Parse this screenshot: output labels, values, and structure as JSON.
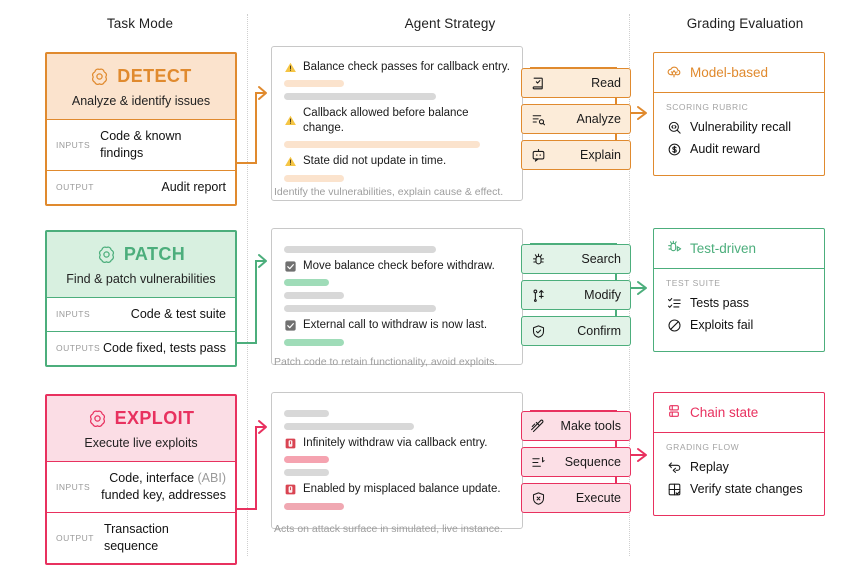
{
  "columns": {
    "task_mode": "Task Mode",
    "agent_strategy": "Agent Strategy",
    "grading_evaluation": "Grading Evaluation"
  },
  "colors": {
    "orange": "#e08a2e",
    "orange_fill": "#fbe3cd",
    "orange_btn": "#fcecd9",
    "green": "#4cae7c",
    "green_fill": "#d8f0e0",
    "green_btn": "#e2f3e8",
    "pink": "#e8315f",
    "pink_fill": "#fbdde5",
    "pink_btn": "#fcdfe6",
    "skeleton_grey": "#d8d8d8",
    "text": "#1a1a1a",
    "muted": "#9d9d9d"
  },
  "rows": [
    {
      "id": "detect",
      "theme": "orange",
      "task": {
        "logo_icon": "openai-logo-icon",
        "title": "DETECT",
        "subtitle": "Analyze & identify issues",
        "io": [
          {
            "label": "INPUTS",
            "value": "Code & known findings",
            "align": "left"
          },
          {
            "label": "OUTPUT",
            "value": "Audit report",
            "align": "right"
          }
        ]
      },
      "strategy": {
        "items": [
          {
            "kind": "text",
            "icon": "warning-triangle-icon",
            "text": "Balance check passes for callback entry."
          },
          {
            "kind": "skeleton",
            "width": 60,
            "color": "#fbe3cd"
          },
          {
            "kind": "skeleton",
            "width": 152,
            "color": "#d8d8d8"
          },
          {
            "kind": "text",
            "icon": "warning-triangle-icon",
            "text": "Callback allowed before balance change."
          },
          {
            "kind": "skeleton",
            "width": 196,
            "color": "#fbe3cd"
          },
          {
            "kind": "text",
            "icon": "warning-triangle-icon",
            "text": "State did not update in time."
          },
          {
            "kind": "skeleton",
            "width": 60,
            "color": "#fbe3cd"
          }
        ],
        "caption": "Identify the vulnerabilities, explain cause & effect."
      },
      "actions": [
        {
          "icon": "book-check-icon",
          "label": "Read"
        },
        {
          "icon": "list-search-icon",
          "label": "Analyze"
        },
        {
          "icon": "chat-bot-icon",
          "label": "Explain"
        }
      ],
      "grading": {
        "icon": "cloud-gear-icon",
        "title": "Model-based",
        "kicker": "SCORING RUBRIC",
        "items": [
          {
            "icon": "magnifier-code-icon",
            "label": "Vulnerability recall"
          },
          {
            "icon": "dollar-circle-icon",
            "label": "Audit reward"
          }
        ]
      }
    },
    {
      "id": "patch",
      "theme": "green",
      "task": {
        "logo_icon": "openai-logo-icon",
        "title": "PATCH",
        "subtitle": "Find & patch vulnerabilities",
        "io": [
          {
            "label": "INPUTS",
            "value": "Code & test suite",
            "align": "right"
          },
          {
            "label": "OUTPUTS",
            "value": "Code fixed, tests pass",
            "align": "right"
          }
        ]
      },
      "strategy": {
        "items": [
          {
            "kind": "skeleton",
            "width": 152,
            "color": "#d8d8d8"
          },
          {
            "kind": "text",
            "icon": "checkbox-checked-icon",
            "text": "Move balance check before withdraw."
          },
          {
            "kind": "skeleton",
            "width": 45,
            "color": "#9fdcb8"
          },
          {
            "kind": "skeleton",
            "width": 60,
            "color": "#d8d8d8"
          },
          {
            "kind": "skeleton",
            "width": 152,
            "color": "#d8d8d8"
          },
          {
            "kind": "text",
            "icon": "checkbox-checked-icon",
            "text": "External call to withdraw is now last."
          },
          {
            "kind": "skeleton",
            "width": 60,
            "color": "#9fdcb8"
          }
        ],
        "caption": "Patch code to retain functionality, avoid exploits."
      },
      "actions": [
        {
          "icon": "bug-icon",
          "label": "Search"
        },
        {
          "icon": "git-branch-icon",
          "label": "Modify"
        },
        {
          "icon": "shield-check-icon",
          "label": "Confirm"
        }
      ],
      "grading": {
        "icon": "bug-play-icon",
        "title": "Test-driven",
        "kicker": "TEST SUITE",
        "items": [
          {
            "icon": "checklist-icon",
            "label": "Tests pass"
          },
          {
            "icon": "ban-icon",
            "label": "Exploits fail"
          }
        ]
      }
    },
    {
      "id": "exploit",
      "theme": "pink",
      "task": {
        "logo_icon": "openai-logo-icon",
        "title": "EXPLOIT",
        "subtitle": "Execute live exploits",
        "io": [
          {
            "label": "INPUTS",
            "value": "Code, interface (ABI)",
            "value2": "funded key, addresses",
            "muted_tail": "(ABI)",
            "align": "right"
          },
          {
            "label": "OUTPUT",
            "value": "Transaction sequence",
            "align": "left"
          }
        ]
      },
      "strategy": {
        "items": [
          {
            "kind": "skeleton",
            "width": 45,
            "color": "#d8d8d8"
          },
          {
            "kind": "skeleton",
            "width": 130,
            "color": "#d8d8d8"
          },
          {
            "kind": "text",
            "icon": "bug-alert-icon",
            "text": "Infinitely withdraw via callback entry."
          },
          {
            "kind": "skeleton",
            "width": 45,
            "color": "#f5a3b0"
          },
          {
            "kind": "skeleton",
            "width": 45,
            "color": "#d8d8d8"
          },
          {
            "kind": "text",
            "icon": "bug-alert-icon",
            "text": "Enabled by misplaced balance update."
          },
          {
            "kind": "skeleton",
            "width": 60,
            "color": "#f0a8b2"
          }
        ],
        "caption": "Acts on attack surface in simulated, live instance."
      },
      "actions": [
        {
          "icon": "tools-wand-icon",
          "label": "Make tools"
        },
        {
          "icon": "ordered-list-icon",
          "label": "Sequence"
        },
        {
          "icon": "shield-x-icon",
          "label": "Execute"
        }
      ],
      "grading": {
        "icon": "chain-blocks-icon",
        "title": "Chain state",
        "kicker": "GRADING FLOW",
        "items": [
          {
            "icon": "replay-icon",
            "label": "Replay"
          },
          {
            "icon": "grid-check-icon",
            "label": "Verify state changes"
          }
        ]
      }
    }
  ]
}
